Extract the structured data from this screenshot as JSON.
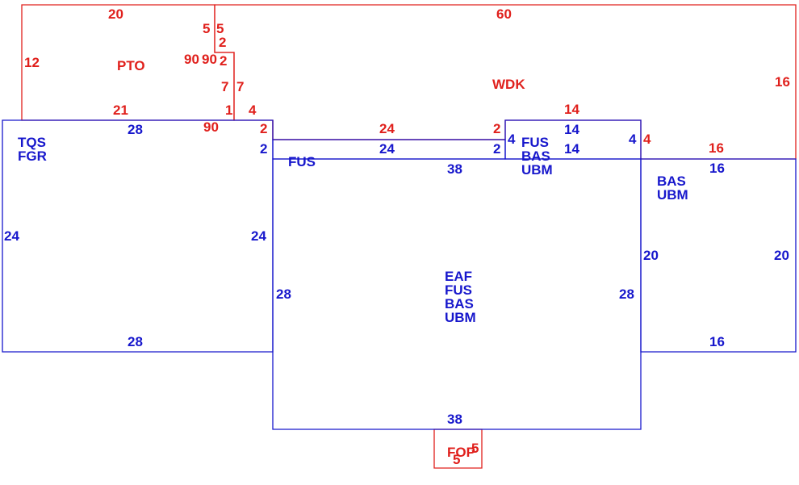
{
  "colors": {
    "red": "#e0201c",
    "blue": "#1717cc"
  },
  "areas": {
    "pto": {
      "code": "PTO",
      "labels": [
        "20",
        "12",
        "21",
        "90",
        "5",
        "5",
        "2",
        "90",
        "2",
        "7",
        "7",
        "1",
        "4"
      ]
    },
    "wdk": {
      "code": "WDK",
      "labels": [
        "60",
        "16",
        "16",
        "14",
        "4",
        "4"
      ]
    },
    "porch_strip": {
      "labels": [
        "24",
        "2",
        "2"
      ]
    },
    "fop": {
      "code": "FOP",
      "labels": [
        "5",
        "5"
      ]
    },
    "tqs": {
      "codes": [
        "TQS",
        "FGR"
      ],
      "labels": [
        "28",
        "24",
        "24",
        "28"
      ]
    },
    "fus_strip": {
      "code": "FUS",
      "labels": [
        "24",
        "2",
        "2"
      ]
    },
    "main": {
      "codes": [
        "EAF",
        "FUS",
        "BAS",
        "UBM"
      ],
      "labels": [
        "38",
        "28",
        "28",
        "38"
      ]
    },
    "bay": {
      "codes": [
        "FUS",
        "BAS",
        "UBM"
      ],
      "labels": [
        "14",
        "14",
        "4",
        "4"
      ]
    },
    "right_wing": {
      "codes": [
        "BAS",
        "UBM"
      ],
      "labels": [
        "16",
        "20",
        "20",
        "16"
      ]
    }
  }
}
